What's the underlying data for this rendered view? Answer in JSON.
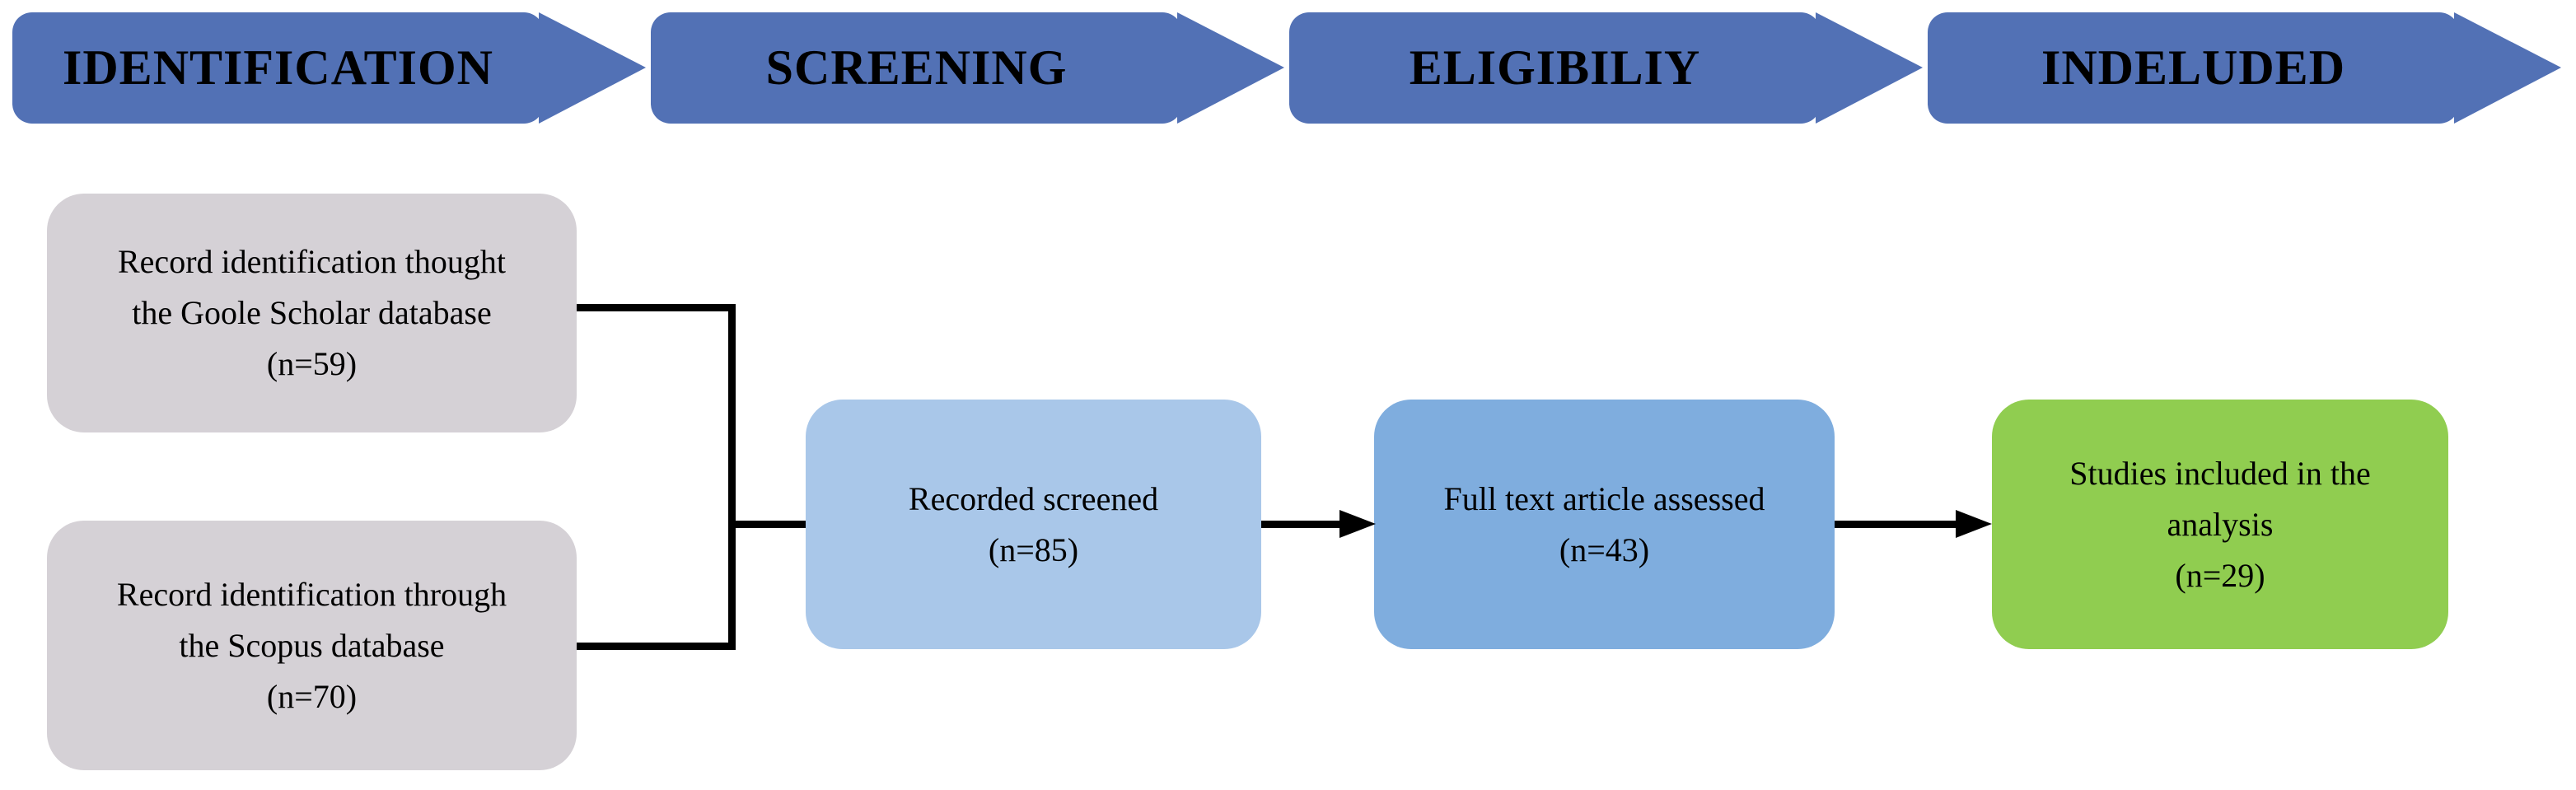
{
  "diagram_type": "prisma-flow",
  "stages": [
    {
      "label": "IDENTIFICATION"
    },
    {
      "label": "SCREENING"
    },
    {
      "label": "ELIGIBILIY"
    },
    {
      "label": "INDELUDED"
    }
  ],
  "nodes": {
    "google_scholar": {
      "text": "Record identification thought\nthe Goole Scholar database\n(n=59)",
      "n": 59
    },
    "scopus": {
      "text": "Record identification through\nthe Scopus database\n(n=70)",
      "n": 70
    },
    "screened": {
      "text": "Recorded screened\n(n=85)",
      "n": 85
    },
    "full_text": {
      "text": "Full text article assessed\n(n=43)",
      "n": 43
    },
    "included": {
      "text": "Studies included in the\nanalysis\n(n=29)",
      "n": 29
    }
  },
  "edges": [
    {
      "from": "google_scholar",
      "to": "screened"
    },
    {
      "from": "scopus",
      "to": "screened"
    },
    {
      "from": "screened",
      "to": "full_text"
    },
    {
      "from": "full_text",
      "to": "included"
    }
  ],
  "colors": {
    "banner_blue": "#5271B5",
    "box_gray": "#D5D1D6",
    "box_light_blue": "#A9C7E9",
    "box_mid_blue": "#7FADDE",
    "box_green": "#90CD50",
    "connector_black": "#000000",
    "text_black": "#000000"
  }
}
